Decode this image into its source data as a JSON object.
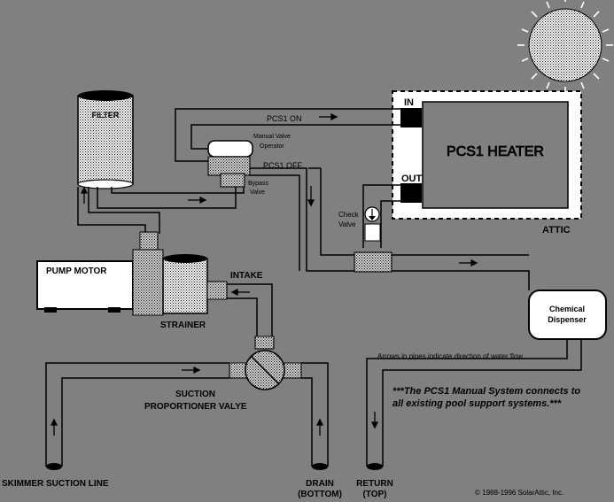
{
  "labels": {
    "filter": "FILTER",
    "pcs1_on": "PCS1 ON",
    "manual_valve_operator_1": "Manual Valve",
    "manual_valve_operator_2": "Operator",
    "pcs1_off": "PCS1 OFF",
    "bypass_valve_1": "Bypass",
    "bypass_valve_2": "Valve",
    "in": "IN",
    "out": "OUT",
    "heater": "PCS1 HEATER",
    "attic": "ATTIC",
    "check_valve_1": "Check",
    "check_valve_2": "Valve",
    "pump_motor": "PUMP MOTOR",
    "intake": "INTAKE",
    "strainer": "STRAINER",
    "chemical_dispenser_1": "Chemical",
    "chemical_dispenser_2": "Dispenser",
    "arrows_note": "Arrows in pipes indicate direction of water flow.",
    "system_note_1": "***The PCS1 Manual System connects to",
    "system_note_2": "all existing pool support systems.***",
    "suction_proportioner_1": "SUCTION",
    "suction_proportioner_2": "PROPORTIONER VALYE",
    "skimmer": "SKIMMER SUCTION LINE",
    "drain_1": "DRAIN",
    "drain_2": "(BOTTOM)",
    "return_1": "RETURN",
    "return_2": "(TOP)",
    "copyright": "© 1988-1996 SolarAttic, Inc."
  },
  "colors": {
    "background": "#808080",
    "pipe_fill": "#808080",
    "line": "#000000",
    "white": "#ffffff",
    "heater_fill": "#808080"
  }
}
